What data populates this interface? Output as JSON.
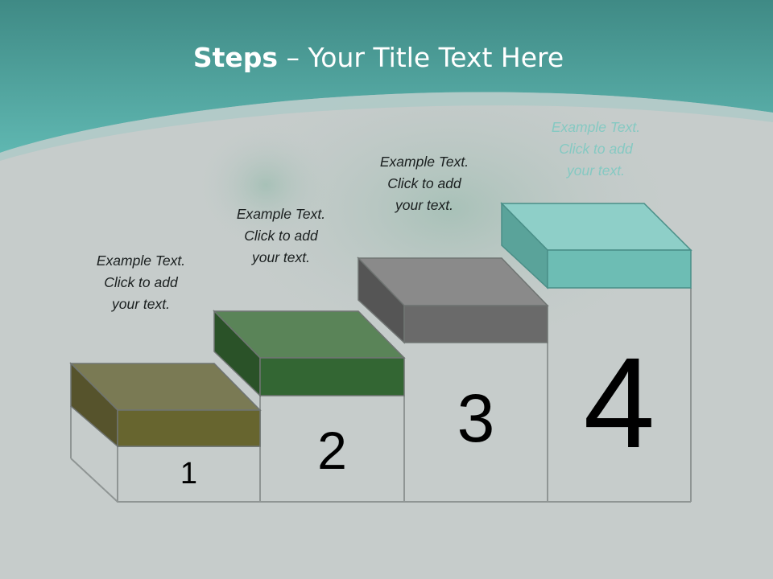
{
  "title": {
    "bold": "Steps",
    "rest": " – Your Title Text Here"
  },
  "steps": [
    {
      "number": "1",
      "text": "Example Text.\nClick  to add\nyour text.",
      "top_color": "#7a7a54",
      "front_color": "#67652f",
      "side_color": "#56532c"
    },
    {
      "number": "2",
      "text": "Example Text.\nClick  to add\nyour text.",
      "top_color": "#5a8458",
      "front_color": "#336633",
      "side_color": "#2a5228"
    },
    {
      "number": "3",
      "text": "Example Text.\nClick  to add\nyour text.",
      "top_color": "#8a8a8a",
      "front_color": "#6a6a6a",
      "side_color": "#555555"
    },
    {
      "number": "4",
      "text": "Example Text.\nClick  to add\nyour text.",
      "top_color": "#8ecfc8",
      "front_color": "#6dbdb4",
      "side_color": "#5aa39a"
    }
  ],
  "colors": {
    "header_teal": "#5ab3ae",
    "background": "#c6cccb"
  }
}
